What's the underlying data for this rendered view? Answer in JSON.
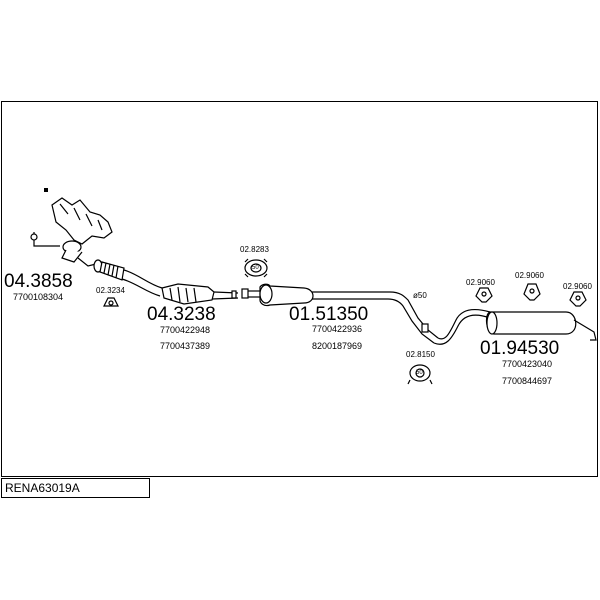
{
  "diagram": {
    "code": "RENA63019A",
    "parts": [
      {
        "number": "04.3858",
        "refs": [
          "7700108304"
        ]
      },
      {
        "number": "04.3238",
        "refs": [
          "7700422948",
          "7700437389"
        ]
      },
      {
        "number": "01.51350",
        "refs": [
          "7700422936",
          "8200187969"
        ]
      },
      {
        "number": "01.94530",
        "refs": [
          "7700423040",
          "7700844697"
        ]
      }
    ],
    "fittings": {
      "f1": "02.3234",
      "f2": "02.8283",
      "f3": "02.8150",
      "f4": "02.9060",
      "f5": "02.9060",
      "f6": "02.9060"
    },
    "diameter_label": "ø50",
    "ring_label": "50"
  }
}
